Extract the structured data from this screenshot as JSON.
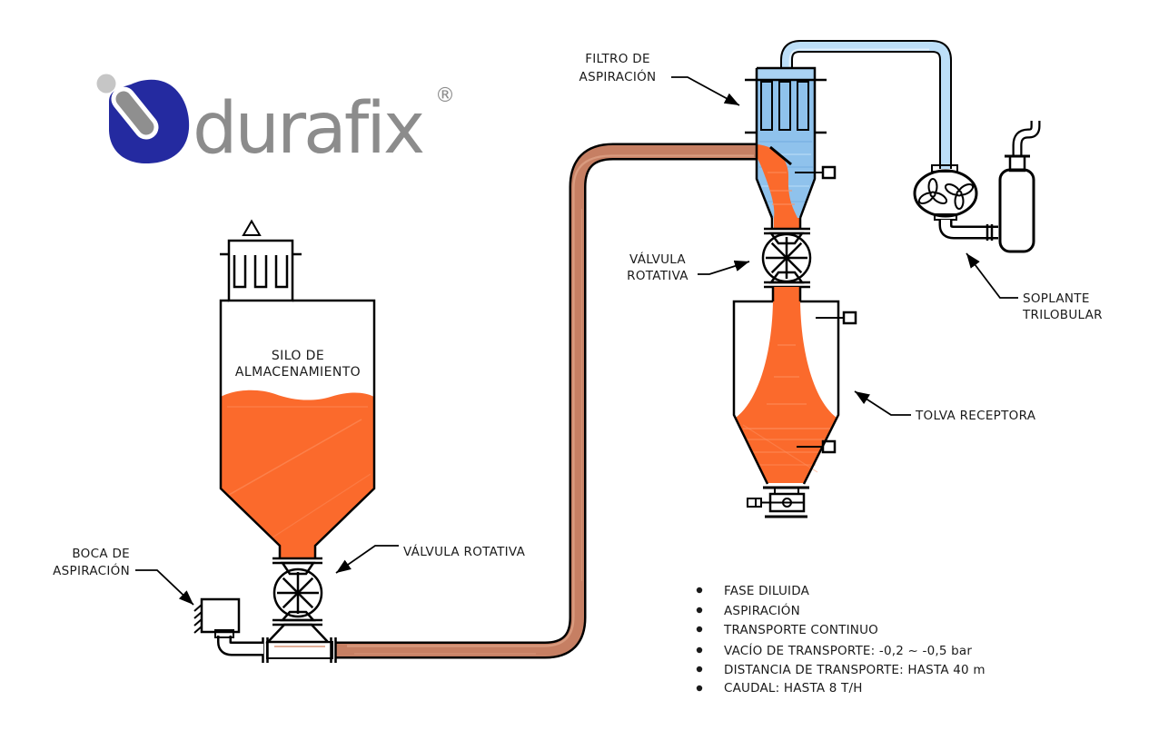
{
  "logo": {
    "brand": "durafix",
    "registered_mark": "®"
  },
  "diagram": {
    "labels": {
      "filtro_aspiracion": {
        "line1": "FILTRO DE",
        "line2": "ASPIRACIÓN"
      },
      "valvula_rotativa_superior": {
        "line1": "VÁLVULA",
        "line2": "ROTATIVA"
      },
      "soplante_trilobular": {
        "line1": "SOPLANTE",
        "line2": "TRILOBULAR"
      },
      "tolva_receptora": {
        "text": "TOLVA RECEPTORA"
      },
      "silo_almacenamiento": {
        "line1": "SILO DE",
        "line2": "ALMACENAMIENTO"
      },
      "valvula_rotativa_inferior": {
        "text": "VÁLVULA ROTATIVA"
      },
      "boca_aspiracion": {
        "line1": "BOCA DE",
        "line2": "ASPIRACIÓN"
      }
    },
    "colors": {
      "material_orange": "#FB6A2C",
      "material_orange_streak": "#FD9466",
      "pipe_brown": "#C67F63",
      "pipe_brown_streak": "#DDA185",
      "air_blue": "#8FC2EC",
      "pipe_blue": "#BDDFF8",
      "logo_blue": "#242AA0",
      "logo_gray": "#8C8C8C",
      "outline": "#000000"
    }
  },
  "specs": {
    "items": [
      "FASE DILUIDA",
      "ASPIRACIÓN",
      "TRANSPORTE CONTINUO",
      "VACÍO DE TRANSPORTE: -0,2 ~ -0,5 bar",
      "DISTANCIA DE TRANSPORTE: HASTA 40 m",
      "CAUDAL: HASTA 8 T/H"
    ]
  }
}
